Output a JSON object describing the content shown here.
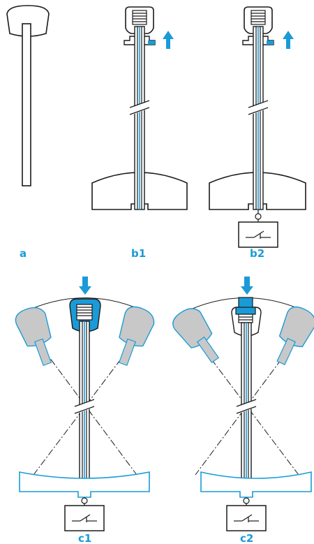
{
  "labels": {
    "a": "a",
    "b1": "b1",
    "b2": "b2",
    "c1": "c1",
    "c2": "c2"
  },
  "colors": {
    "accent": "#1a9bd7",
    "grey": "#c8c8c8",
    "line": "#1a1a1a"
  },
  "icons": {
    "arrow_up": "arrow-up-icon",
    "arrow_down": "arrow-down-icon",
    "switch": "switch-icon"
  }
}
